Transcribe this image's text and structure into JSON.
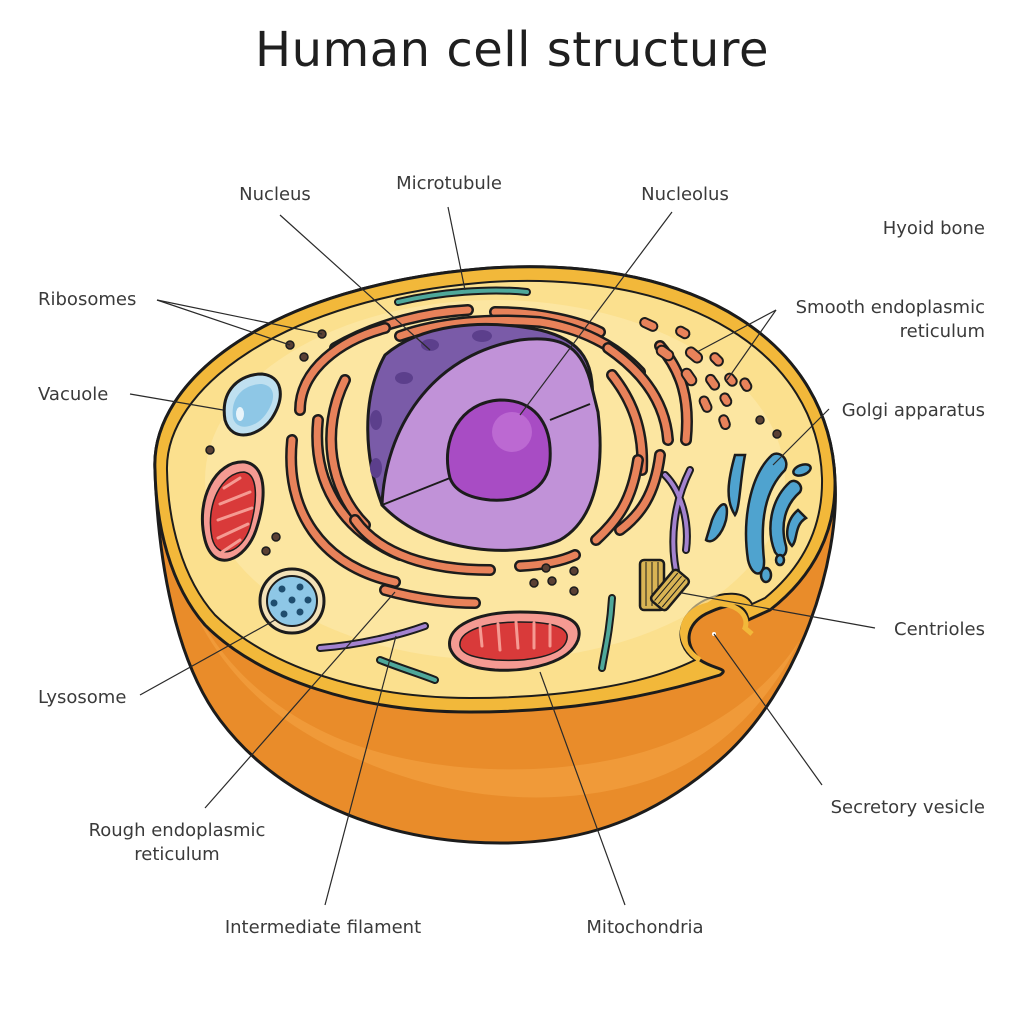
{
  "title": "Human cell structure",
  "labels": {
    "nucleus": "Nucleus",
    "microtubule": "Microtubule",
    "nucleolus": "Nucleolus",
    "hyoid_bone": "Hyoid bone",
    "ribosomes": "Ribosomes",
    "smooth_er_line1": "Smooth endoplasmic",
    "smooth_er_line2": "reticulum",
    "vacuole": "Vacuole",
    "golgi": "Golgi apparatus",
    "centrioles": "Centrioles",
    "lysosome": "Lysosome",
    "secretory_vesicle": "Secretory vesicle",
    "rough_er_line1": "Rough endoplasmic",
    "rough_er_line2": "reticulum",
    "intermediate_filament": "Intermediate filament",
    "mitochondria": "Mitochondria"
  },
  "colors": {
    "cytoplasm": "#fbe08e",
    "membrane": "#f2b83a",
    "cell_body": "#e98c2a",
    "nucleus_outer": "#7a5ba8",
    "nucleus_inner": "#c192d8",
    "nucleolus": "#a84cc4",
    "rough_er": "#e8825a",
    "mitochondria": "#d93a3a",
    "mitochondria_membrane": "#f59a92",
    "vacuole": "#8ec7e6",
    "golgi": "#4fa3cf",
    "lysosome": "#8ec7e6",
    "microtubule": "#4fa89a",
    "intermediate_filament": "#a382cf",
    "centriole": "#d9b454"
  }
}
